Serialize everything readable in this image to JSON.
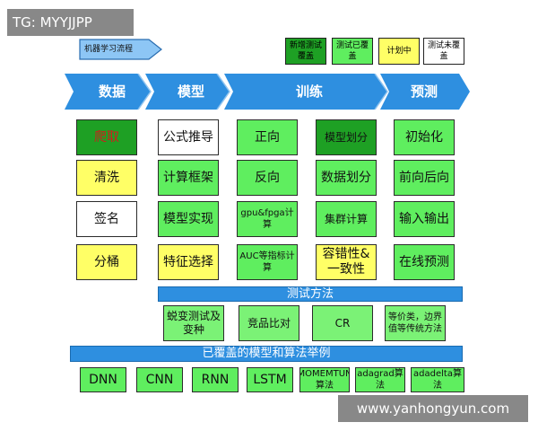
{
  "watermark_top": "TG: MYYJJPP",
  "watermark_bottom": "www.yanhongyun.com",
  "title": "机器学习流程",
  "legend": [
    "新增测试覆盖",
    "测试已覆盖",
    "计划中",
    "测试未覆盖"
  ],
  "phases": [
    "数据",
    "模型",
    "训练",
    "预测"
  ],
  "columns": {
    "data": [
      "爬取",
      "清洗",
      "签名",
      "分桶"
    ],
    "model": [
      "公式推导",
      "计算框架",
      "模型实现",
      "特征选择"
    ],
    "train_a": [
      "正向",
      "反向",
      "gpu&fpga计算",
      "AUC等指标计算"
    ],
    "train_b": [
      "模型划分",
      "数据划分",
      "集群计算",
      "容错性&一致性"
    ],
    "predict": [
      "初始化",
      "前向后向",
      "输入输出",
      "在线预测"
    ]
  },
  "test_methods": {
    "label": "测试方法",
    "items": [
      "蜕变测试及变种",
      "竞品比对",
      "CR",
      "等价类，边界值等传统方法"
    ]
  },
  "covered": {
    "label": "已覆盖的模型和算法举例",
    "items": [
      "DNN",
      "CNN",
      "RNN",
      "LSTM",
      "MOMEMTUN算法",
      "adagrad算法",
      "adadelta算法"
    ]
  },
  "colors": {
    "new_coverage": "#1ea024",
    "covered": "#5fee5f",
    "planned": "#ffff66",
    "uncovered": "#ffffff",
    "banner": "#2e8fe0",
    "accent_text": "#d11c1c"
  }
}
